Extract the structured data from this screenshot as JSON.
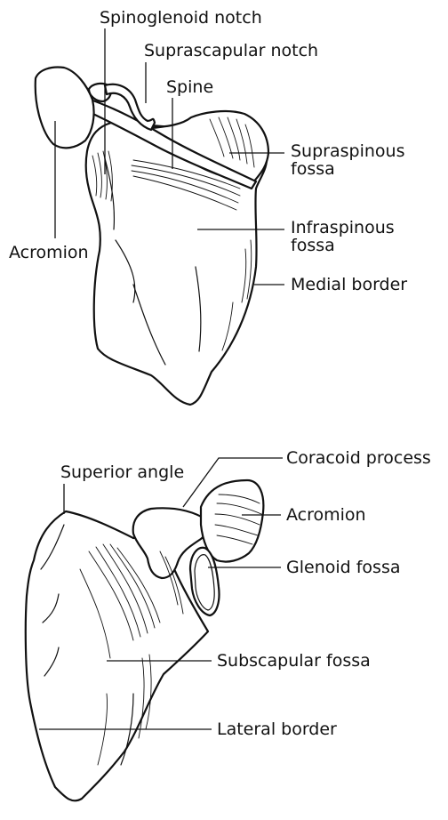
{
  "figures": [
    {
      "view": "posterior",
      "labels": {
        "spinoglenoid_notch": "Spinoglenoid notch",
        "suprascapular_notch": "Suprascapular notch",
        "spine": "Spine",
        "supraspinous_fossa_line1": "Supraspinous",
        "supraspinous_fossa_line2": "fossa",
        "infraspinous_fossa_line1": "Infraspinous",
        "infraspinous_fossa_line2": "fossa",
        "acromion": "Acromion",
        "medial_border": "Medial border"
      }
    },
    {
      "view": "anterior",
      "labels": {
        "superior_angle": "Superior angle",
        "coracoid_process": "Coracoid process",
        "acromion": "Acromion",
        "glenoid_fossa": "Glenoid fossa",
        "subscapular_fossa": "Subscapular fossa",
        "lateral_border": "Lateral border"
      }
    }
  ]
}
